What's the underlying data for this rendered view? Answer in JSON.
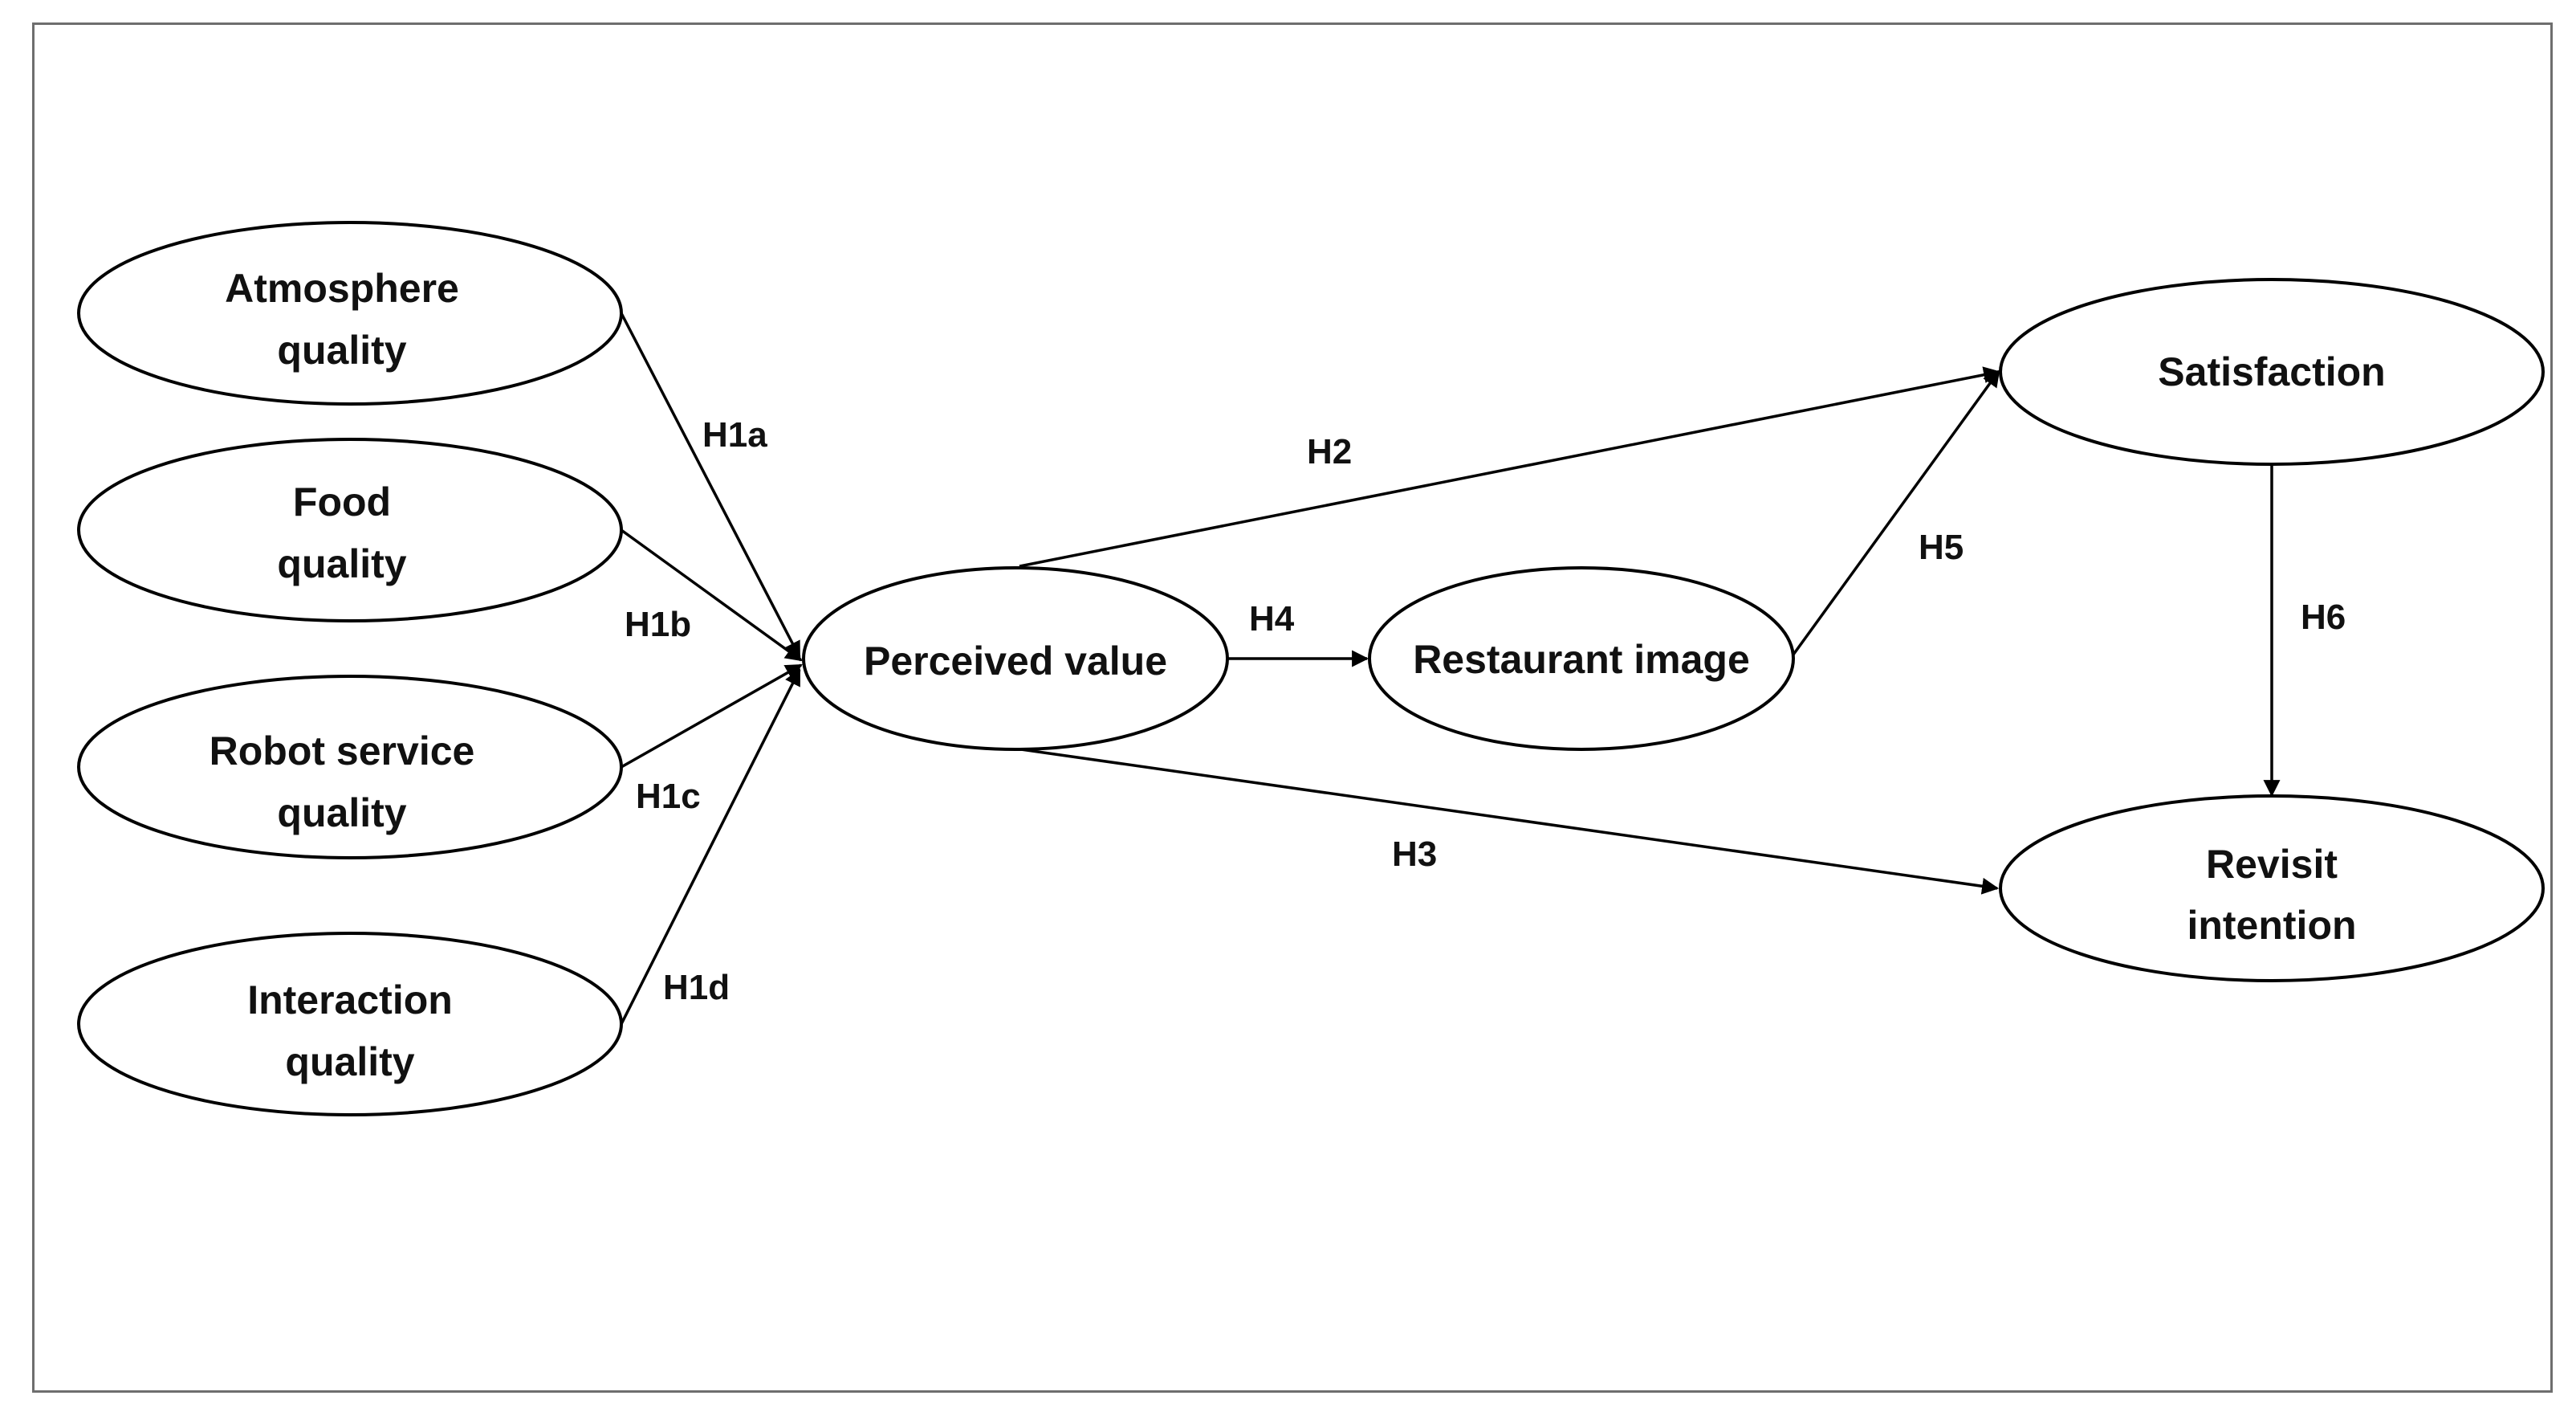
{
  "nodes": {
    "atmosphere": {
      "line1": "Atmosphere",
      "line2": "quality"
    },
    "food": {
      "line1": "Food",
      "line2": "quality"
    },
    "robot": {
      "line1": "Robot service",
      "line2": "quality"
    },
    "interaction": {
      "line1": "Interaction",
      "line2": "quality"
    },
    "perceived": {
      "line1": "Perceived value"
    },
    "image": {
      "line1": "Restaurant image"
    },
    "satisfaction": {
      "line1": "Satisfaction"
    },
    "revisit": {
      "line1": "Revisit",
      "line2": "intention"
    }
  },
  "edges": {
    "h1a": {
      "label": "H1a",
      "from": "Atmosphere quality",
      "to": "Perceived value"
    },
    "h1b": {
      "label": "H1b",
      "from": "Food quality",
      "to": "Perceived value"
    },
    "h1c": {
      "label": "H1c",
      "from": "Robot service quality",
      "to": "Perceived value"
    },
    "h1d": {
      "label": "H1d",
      "from": "Interaction quality",
      "to": "Perceived value"
    },
    "h2": {
      "label": "H2",
      "from": "Perceived value",
      "to": "Satisfaction"
    },
    "h3": {
      "label": "H3",
      "from": "Perceived value",
      "to": "Revisit intention"
    },
    "h4": {
      "label": "H4",
      "from": "Perceived value",
      "to": "Restaurant image"
    },
    "h5": {
      "label": "H5",
      "from": "Restaurant image",
      "to": "Satisfaction"
    },
    "h6": {
      "label": "H6",
      "from": "Satisfaction",
      "to": "Revisit intention"
    }
  },
  "colors": {
    "stroke": "#000000",
    "frame": "#6e6e6e",
    "text": "#111111"
  }
}
